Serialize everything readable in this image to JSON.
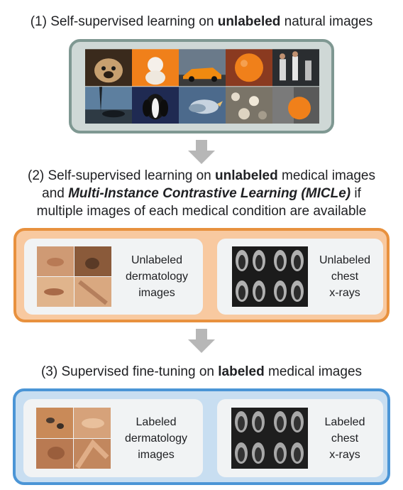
{
  "stage1": {
    "heading_pre": "(1) Self-supervised learning on ",
    "heading_bold": "unlabeled",
    "heading_post": " natural images"
  },
  "stage2": {
    "line1_pre": "(2) Self-supervised learning on ",
    "line1_bold": "unlabeled",
    "line1_post": " medical images",
    "line2_pre": "and ",
    "line2_bold_italic": "Multi-Instance Contrastive Learning (MICLe)",
    "line2_post": " if",
    "line3": "multiple images of each medical condition are available",
    "derm_label": [
      "Unlabeled",
      "dermatology",
      "images"
    ],
    "xray_label": [
      "Unlabeled",
      "chest",
      "x-rays"
    ]
  },
  "stage3": {
    "heading_pre": "(3) Supervised fine-tuning on ",
    "heading_bold": "labeled",
    "heading_post": " medical images",
    "derm_label": [
      "Labeled",
      "dermatology",
      "images"
    ],
    "xray_label": [
      "Labeled",
      "chest",
      "x-rays"
    ]
  },
  "colors": {
    "stage1_border": "#7f9892",
    "stage2_border": "#e8913e",
    "stage3_border": "#4b95d6",
    "arrow": "#b7b7b7"
  }
}
